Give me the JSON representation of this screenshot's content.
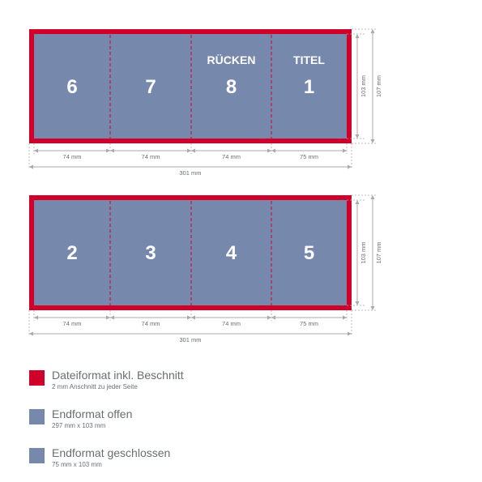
{
  "colors": {
    "bleed": "#d0002b",
    "panel": "#7689ad",
    "dim": "#a9a9a9",
    "dim_text": "#6a6e72",
    "panel_text": "#ffffff"
  },
  "sheets": [
    {
      "panels": [
        {
          "number": "6",
          "label": ""
        },
        {
          "number": "7",
          "label": ""
        },
        {
          "number": "8",
          "label": "RÜCKEN"
        },
        {
          "number": "1",
          "label": "TITEL"
        }
      ],
      "panel_widths": [
        "74 mm",
        "74 mm",
        "74 mm",
        "75 mm"
      ],
      "total_width": "301 mm",
      "inner_height": "103 mm",
      "outer_height": "107 mm"
    },
    {
      "panels": [
        {
          "number": "2",
          "label": ""
        },
        {
          "number": "3",
          "label": ""
        },
        {
          "number": "4",
          "label": ""
        },
        {
          "number": "5",
          "label": ""
        }
      ],
      "panel_widths": [
        "74 mm",
        "74 mm",
        "74 mm",
        "75 mm"
      ],
      "total_width": "301 mm",
      "inner_height": "103 mm",
      "outer_height": "107 mm"
    }
  ],
  "legend": [
    {
      "color": "#d0002b",
      "title": "Dateiformat inkl. Beschnitt",
      "subtitle": "2 mm Anschnitt zu jeder Seite"
    },
    {
      "color": "#7689ad",
      "title": "Endformat offen",
      "subtitle": "297 mm x 103 mm"
    },
    {
      "color": "#7689ad",
      "title": "Endformat geschlossen",
      "subtitle": "75 mm x 103 mm"
    }
  ]
}
